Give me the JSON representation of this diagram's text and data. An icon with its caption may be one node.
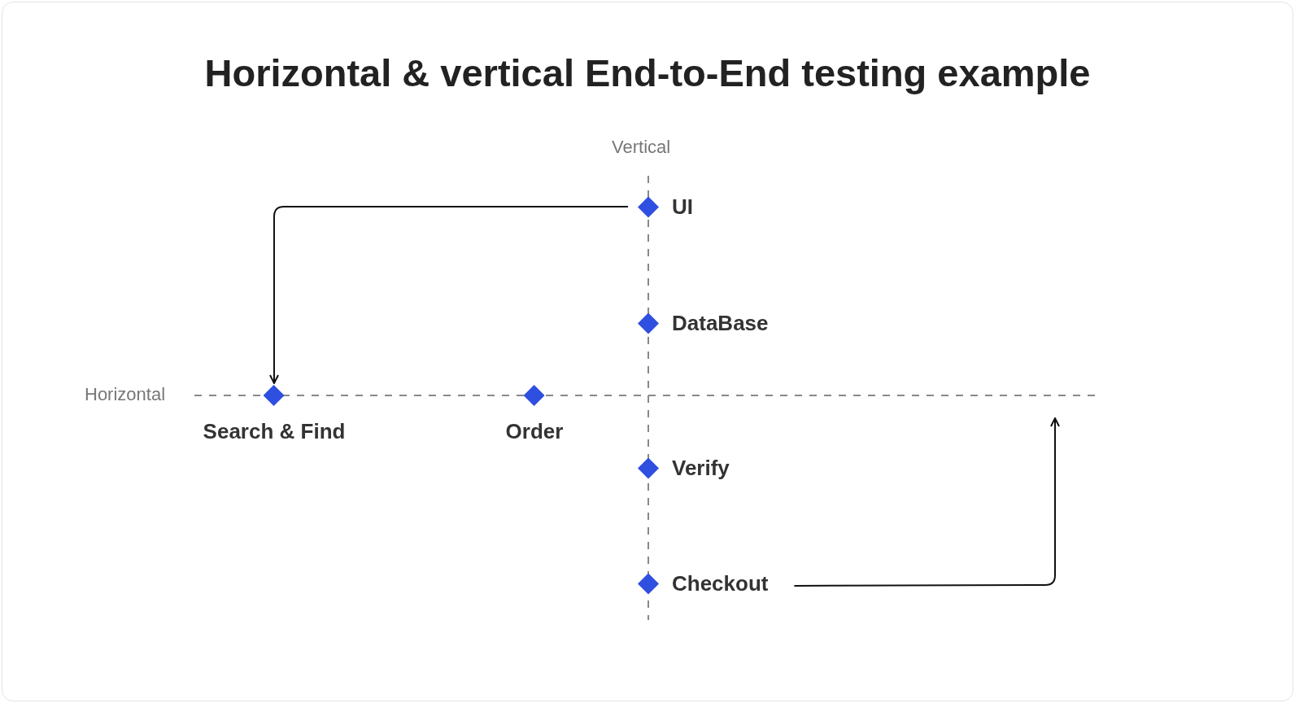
{
  "diagram": {
    "title": "Horizontal & vertical End-to-End testing example",
    "nodes": [
      {
        "text": [
          "UI"
        ]
      },
      {
        "text": [
          "DataBase"
        ]
      },
      {
        "text": [
          "Search & Find"
        ]
      },
      {
        "text": [
          "Order"
        ]
      },
      {
        "text": [
          "Verify"
        ]
      },
      {
        "text": [
          "Checkout"
        ]
      }
    ],
    "edges": [
      {
        "from": 0,
        "to": 2,
        "arrow": "to"
      },
      {
        "from": 5,
        "to": null,
        "arrow": "to"
      }
    ],
    "labels": [
      "Vertical",
      "Horizontal"
    ]
  }
}
